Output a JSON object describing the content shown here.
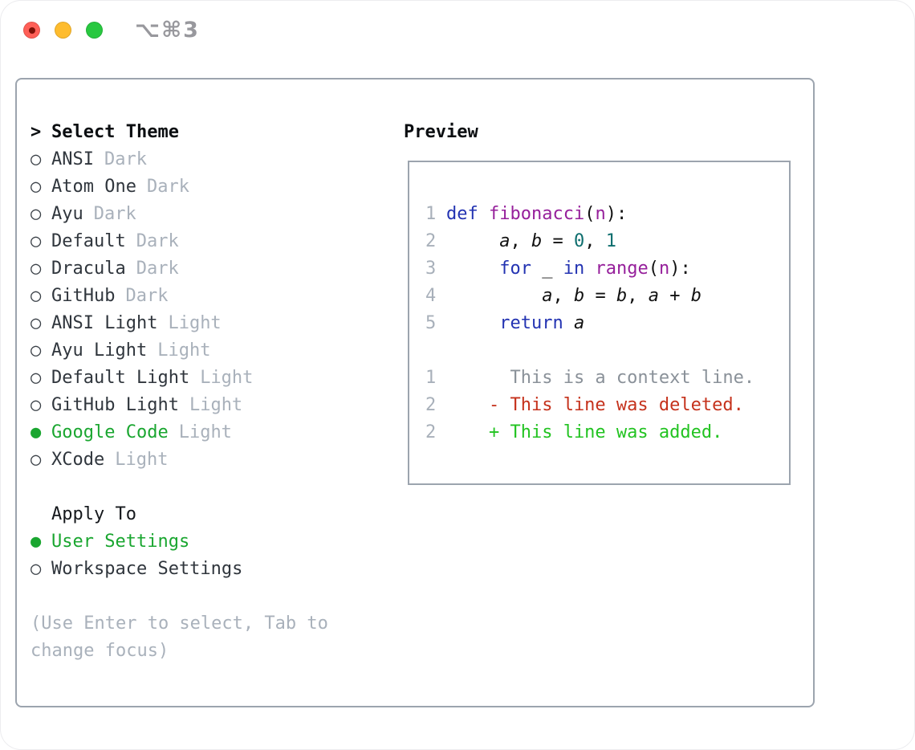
{
  "window": {
    "title": "⌥⌘3"
  },
  "colors": {
    "accent_green": "#1aa630",
    "diff_red": "#c5321c",
    "diff_green": "#22c321",
    "keyword_blue": "#2333b2",
    "function_purple": "#96209b",
    "number_teal": "#0e6e6e",
    "muted_gray": "#a9b1bb",
    "border_gray": "#9ca4ae"
  },
  "theme_selector": {
    "header": {
      "prompt": ">",
      "label": "Select Theme"
    },
    "items": [
      {
        "name": "ANSI",
        "badge": "Dark",
        "selected": false
      },
      {
        "name": "Atom One",
        "badge": "Dark",
        "selected": false
      },
      {
        "name": "Ayu",
        "badge": "Dark",
        "selected": false
      },
      {
        "name": "Default",
        "badge": "Dark",
        "selected": false
      },
      {
        "name": "Dracula",
        "badge": "Dark",
        "selected": false
      },
      {
        "name": "GitHub",
        "badge": "Dark",
        "selected": false
      },
      {
        "name": "ANSI Light",
        "badge": "Light",
        "selected": false
      },
      {
        "name": "Ayu Light",
        "badge": "Light",
        "selected": false
      },
      {
        "name": "Default Light",
        "badge": "Light",
        "selected": false
      },
      {
        "name": "GitHub Light",
        "badge": "Light",
        "selected": false
      },
      {
        "name": "Google Code",
        "badge": "Light",
        "selected": true
      },
      {
        "name": "XCode",
        "badge": "Light",
        "selected": false
      }
    ]
  },
  "apply_to": {
    "label": "Apply To",
    "options": [
      {
        "label": "User Settings",
        "selected": true
      },
      {
        "label": "Workspace Settings",
        "selected": false
      }
    ]
  },
  "hint": "(Use Enter to select, Tab to change focus)",
  "preview": {
    "label": "Preview",
    "code_lines": [
      {
        "num": "1",
        "segments": [
          {
            "text": "def ",
            "style": "kw"
          },
          {
            "text": "fibonacci",
            "style": "fn"
          },
          {
            "text": "(",
            "style": "pln"
          },
          {
            "text": "n",
            "style": "prm"
          },
          {
            "text": "):",
            "style": "pln"
          }
        ]
      },
      {
        "num": "2",
        "segments": [
          {
            "text": "     ",
            "style": "pln"
          },
          {
            "text": "a",
            "style": "var"
          },
          {
            "text": ", ",
            "style": "pln"
          },
          {
            "text": "b",
            "style": "var"
          },
          {
            "text": " = ",
            "style": "pln"
          },
          {
            "text": "0",
            "style": "num"
          },
          {
            "text": ", ",
            "style": "pln"
          },
          {
            "text": "1",
            "style": "num"
          }
        ]
      },
      {
        "num": "3",
        "segments": [
          {
            "text": "     ",
            "style": "pln"
          },
          {
            "text": "for",
            "style": "kw"
          },
          {
            "text": " _ ",
            "style": "pln"
          },
          {
            "text": "in",
            "style": "kw"
          },
          {
            "text": " ",
            "style": "pln"
          },
          {
            "text": "range",
            "style": "fn"
          },
          {
            "text": "(",
            "style": "pln"
          },
          {
            "text": "n",
            "style": "prm"
          },
          {
            "text": "):",
            "style": "pln"
          }
        ]
      },
      {
        "num": "4",
        "segments": [
          {
            "text": "         ",
            "style": "pln"
          },
          {
            "text": "a",
            "style": "var"
          },
          {
            "text": ", ",
            "style": "pln"
          },
          {
            "text": "b",
            "style": "var"
          },
          {
            "text": " = ",
            "style": "pln"
          },
          {
            "text": "b",
            "style": "var"
          },
          {
            "text": ", ",
            "style": "pln"
          },
          {
            "text": "a",
            "style": "var"
          },
          {
            "text": " + ",
            "style": "pln"
          },
          {
            "text": "b",
            "style": "var"
          }
        ]
      },
      {
        "num": "5",
        "segments": [
          {
            "text": "     ",
            "style": "pln"
          },
          {
            "text": "return ",
            "style": "kw"
          },
          {
            "text": "a",
            "style": "var"
          }
        ]
      }
    ],
    "diff_lines": [
      {
        "num": "1",
        "segments": [
          {
            "text": "      This is a context line.",
            "style": "ctx"
          }
        ]
      },
      {
        "num": "2",
        "segments": [
          {
            "text": "    - This line was deleted.",
            "style": "del"
          }
        ]
      },
      {
        "num": "2",
        "segments": [
          {
            "text": "    + This line was added.",
            "style": "add"
          }
        ]
      }
    ]
  }
}
